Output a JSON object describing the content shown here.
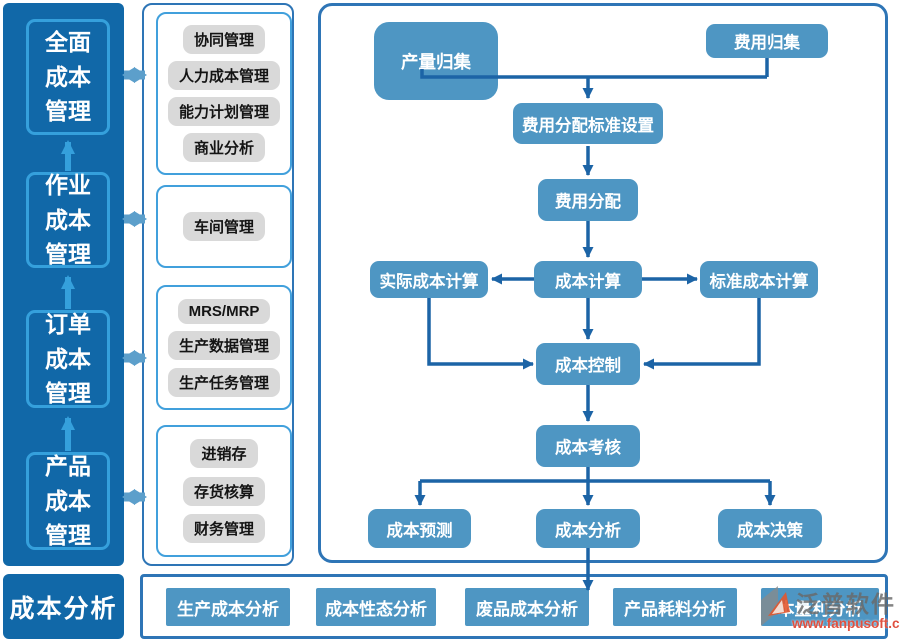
{
  "colors": {
    "dark_blue": "#1168A8",
    "node_blue": "#4E96C3",
    "connector_blue": "#1C64A6",
    "accent_blue": "#35A0DC",
    "steel_arrow_blue": "#5C9FCB",
    "panel_border_blue": "#2E75B6",
    "item_gray": "#D9D9D9",
    "watermark_red": "#E0503F"
  },
  "left_nav": {
    "modules": [
      {
        "label": "全面成本管理"
      },
      {
        "label": "作业成本管理"
      },
      {
        "label": "订单成本管理"
      },
      {
        "label": "产品成本管理"
      }
    ],
    "footer_label": "成本分析"
  },
  "modules_panel": {
    "groups": [
      {
        "items": [
          "协同管理",
          "人力成本管理",
          "能力计划管理",
          "商业分析"
        ]
      },
      {
        "items": [
          "车间管理"
        ]
      },
      {
        "items": [
          "MRS/MRP",
          "生产数据管理",
          "生产任务管理"
        ]
      },
      {
        "items": [
          "进销存",
          "存货核算",
          "财务管理"
        ]
      }
    ]
  },
  "flowchart": {
    "nodes": {
      "output_collection": "产量归集",
      "expense_collection": "费用归集",
      "allocation_standard": "费用分配标准设置",
      "expense_allocation": "费用分配",
      "cost_calculation": "成本计算",
      "actual_cost_calculation": "实际成本计算",
      "standard_cost_calculation": "标准成本计算",
      "cost_control": "成本控制",
      "cost_assessment": "成本考核",
      "cost_forecast": "成本预测",
      "cost_analysis": "成本分析",
      "cost_decision": "成本决策"
    }
  },
  "analysis_bar": {
    "items": [
      "生产成本分析",
      "成本性态分析",
      "废品成本分析",
      "产品耗料分析",
      "本量利分析"
    ]
  },
  "watermark": {
    "brand": "泛普软件",
    "url": "www.fanpusoft.com"
  }
}
